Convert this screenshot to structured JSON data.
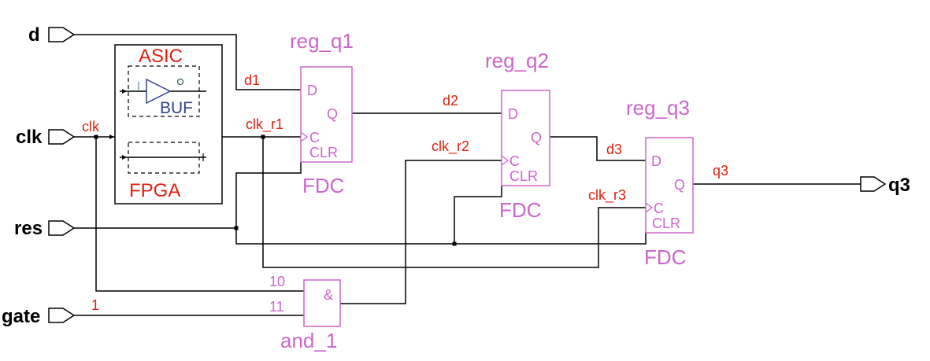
{
  "ports": {
    "d": "d",
    "clk": "clk",
    "res": "res",
    "gate": "gate",
    "q3": "q3"
  },
  "nets": {
    "clk": "clk",
    "d1": "d1",
    "clk_r1": "clk_r1",
    "d2": "d2",
    "clk_r2": "clk_r2",
    "d3": "d3",
    "clk_r3": "clk_r3",
    "q3": "q3",
    "gate_const": "1"
  },
  "clock_block": {
    "asic": "ASIC",
    "buf": "BUF",
    "fpga": "FPGA"
  },
  "flipflops": [
    {
      "name": "reg_q1",
      "type": "FDC",
      "pin_d": "D",
      "pin_q": "Q",
      "pin_c": "C",
      "pin_clr": "CLR"
    },
    {
      "name": "reg_q2",
      "type": "FDC",
      "pin_d": "D",
      "pin_q": "Q",
      "pin_c": "C",
      "pin_clr": "CLR"
    },
    {
      "name": "reg_q3",
      "type": "FDC",
      "pin_d": "D",
      "pin_q": "Q",
      "pin_c": "C",
      "pin_clr": "CLR"
    }
  ],
  "and_gate": {
    "name": "and_1",
    "symbol": "&",
    "pin_a": "10",
    "pin_b": "11"
  }
}
